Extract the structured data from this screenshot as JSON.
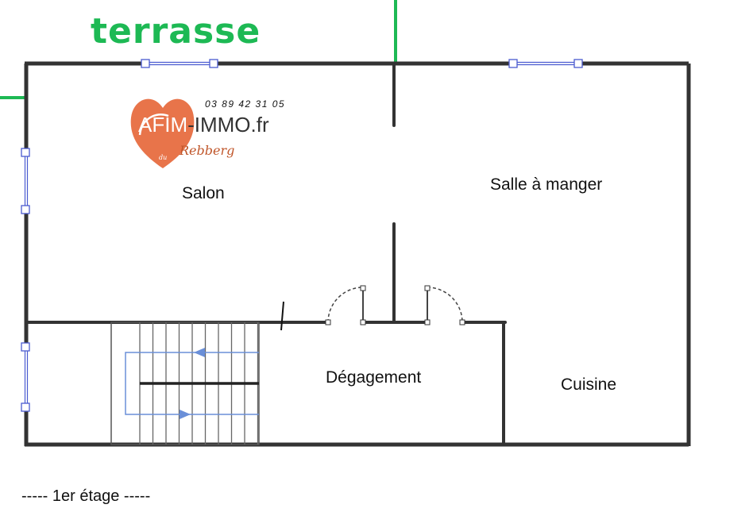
{
  "terrace_label": "terrasse",
  "phone": "03 89 42 31 05",
  "logo": {
    "brand_part1": "AFIM",
    "brand_part2": "-IMMO.fr",
    "tagline": "Rebberg",
    "tagline_prefix": "du"
  },
  "rooms": {
    "salon": "Salon",
    "salle_a_manger": "Salle à manger",
    "degagement": "Dégagement",
    "cuisine": "Cuisine"
  },
  "floor_label": "-----  1er étage  -----",
  "colors": {
    "wall": "#333333",
    "accent_green": "#1db954",
    "window": "#4a5bd0",
    "stair_arrow": "#6a8fd8",
    "logo_orange": "#e8744a"
  }
}
